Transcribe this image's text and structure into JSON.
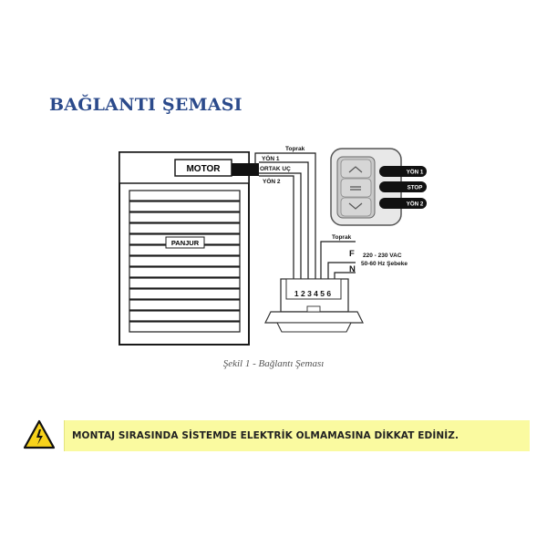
{
  "page": {
    "title": "BAĞLANTI ŞEMASI",
    "caption": "Şekil 1 - Bağlantı Şeması",
    "warning_text": "MONTAJ SIRASINDA SİSTEMDE ELEKTRİK OLMAMASINA DİKKAT EDİNİZ."
  },
  "diagram": {
    "shutter": {
      "motor_label": "MOTOR",
      "panjur_label": "PANJUR"
    },
    "motor_wires": {
      "earth": "Toprak",
      "dir1": "YÖN 1",
      "common": "ORTAK UÇ",
      "dir2": "YÖN 2"
    },
    "switch_buttons": {
      "up": "YÖN 1",
      "stop": "STOP",
      "down": "YÖN 2"
    },
    "mains": {
      "earth": "Toprak",
      "phase": "F",
      "neutral": "N",
      "voltage": "220 - 230 VAC",
      "frequency": "50-60 Hz Şebeke"
    },
    "terminals": "1 2 3 4 5 6"
  },
  "icons": {
    "warning": "warning-triangle-icon"
  },
  "colors": {
    "title": "#2b4a8b",
    "warning_bg": "#fafaa0"
  }
}
